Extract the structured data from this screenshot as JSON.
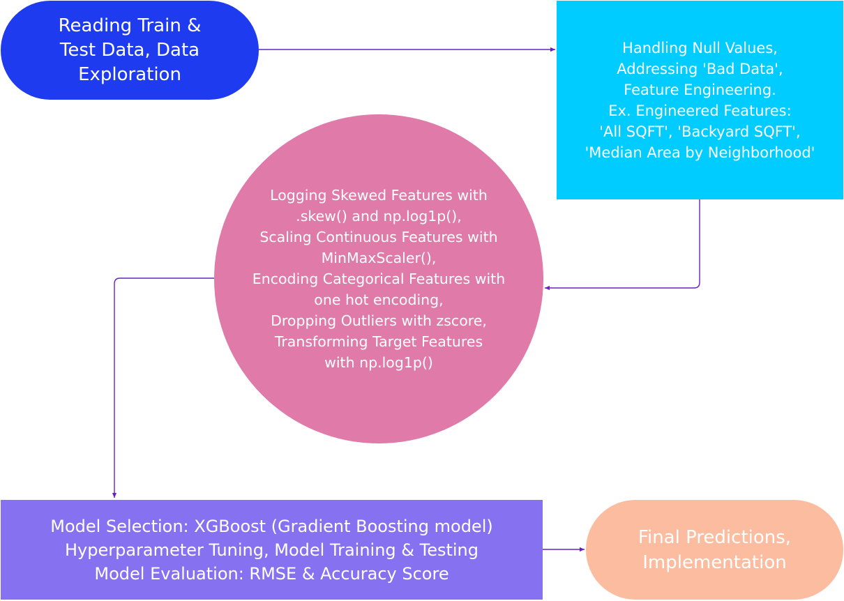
{
  "colors": {
    "edge": "#6a1fc2",
    "text": "#ffffff"
  },
  "nodes": {
    "reading": {
      "color": "#1f3bf0",
      "lines": [
        "Reading Train &",
        "Test Data, Data",
        "Exploration"
      ]
    },
    "handling": {
      "color": "#00ccff",
      "lines": [
        "Handling Null Values,",
        "Addressing 'Bad Data',",
        "Feature Engineering.",
        "Ex. Engineered Features:",
        "'All SQFT', 'Backyard SQFT',",
        "'Median Area by Neighborhood'"
      ]
    },
    "logging": {
      "color": "#e07aa9",
      "lines": [
        "Logging Skewed Features with",
        ".skew() and np.log1p(),",
        "Scaling Continuous Features with",
        "MinMaxScaler(),",
        "Encoding Categorical Features with",
        "one hot encoding,",
        "Dropping Outliers with zscore,",
        "Transforming Target Features",
        "with np.log1p()"
      ]
    },
    "model": {
      "color": "#8672f0",
      "lines": [
        "Model Selection: XGBoost (Gradient Boosting model)",
        "Hyperparameter Tuning, Model Training & Testing",
        "Model Evaluation: RMSE & Accuracy Score"
      ]
    },
    "final": {
      "color": "#fbbca0",
      "lines": [
        "Final Predictions,",
        "Implementation"
      ]
    }
  },
  "edges": [
    {
      "from": "reading",
      "to": "handling"
    },
    {
      "from": "handling",
      "to": "logging"
    },
    {
      "from": "logging",
      "to": "model"
    },
    {
      "from": "model",
      "to": "final"
    }
  ]
}
